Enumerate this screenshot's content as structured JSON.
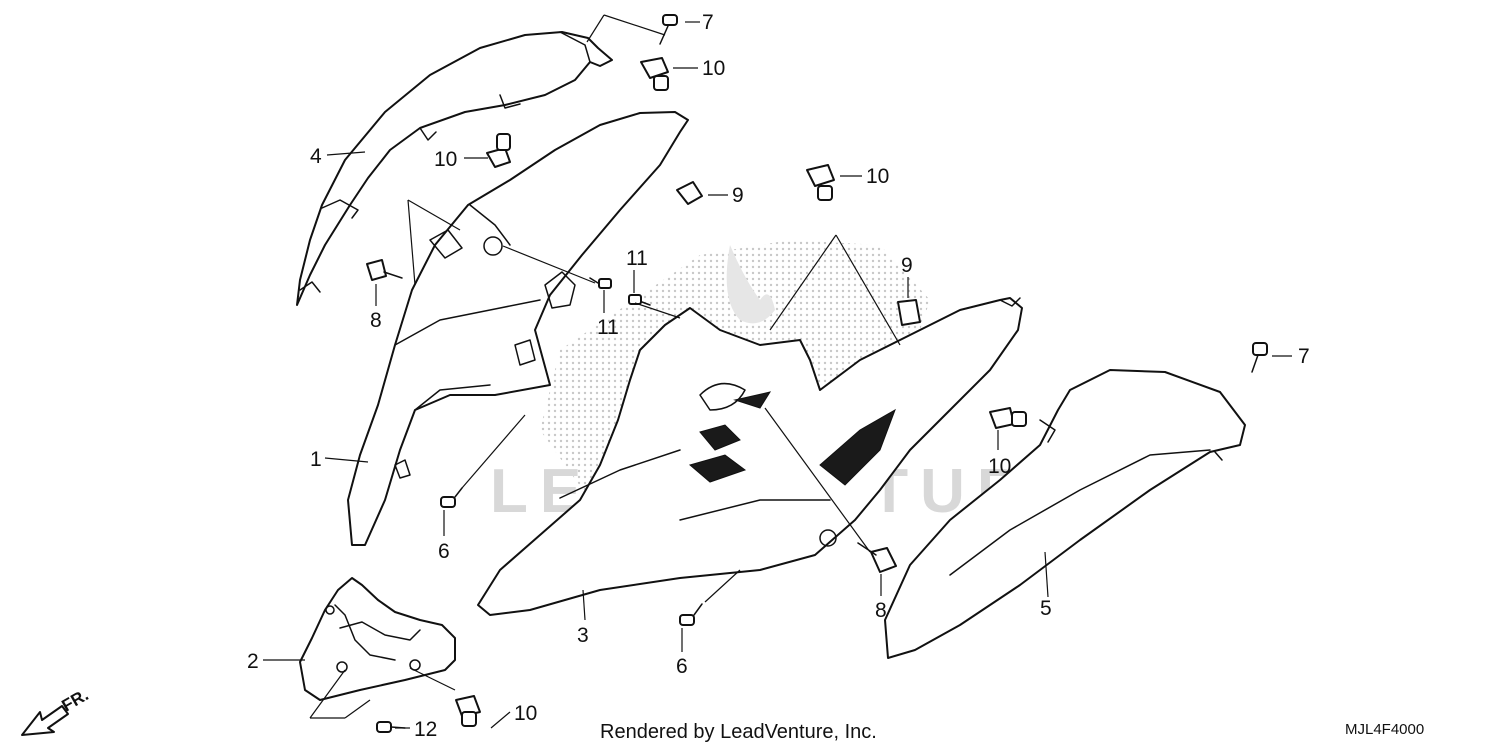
{
  "diagram": {
    "callouts": {
      "c1": "1",
      "c2": "2",
      "c3": "3",
      "c4": "4",
      "c5": "5",
      "c6a": "6",
      "c6b": "6",
      "c7a": "7",
      "c7b": "7",
      "c8a": "8",
      "c8b": "8",
      "c9a": "9",
      "c9b": "9",
      "c10a": "10",
      "c10b": "10",
      "c10c": "10",
      "c10d": "10",
      "c10e": "10",
      "c11a": "11",
      "c11b": "11",
      "c12": "12"
    },
    "credit": "Rendered by LeadVenture, Inc.",
    "diagram_code": "MJL4F4000",
    "front_arrow_label": "FR.",
    "watermark_text": "LEADVENTURE",
    "colors": {
      "line": "#111111",
      "watermark": "#d8d8d8"
    }
  }
}
